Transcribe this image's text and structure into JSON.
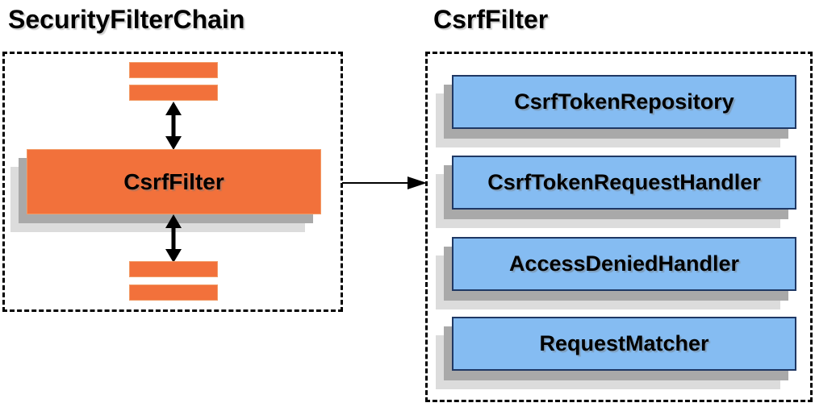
{
  "left_panel": {
    "title": "SecurityFilterChain",
    "filter_box_label": "CsrfFilter",
    "other_filter_bars_count": 4
  },
  "right_panel": {
    "title": "CsrfFilter",
    "components": [
      "CsrfTokenRepository",
      "CsrfTokenRequestHandler",
      "AccessDeniedHandler",
      "RequestMatcher"
    ]
  },
  "colors": {
    "orange": "#F2713B",
    "orange-border": "#F29B66",
    "blue": "#85BCF2",
    "blue-border": "#1F3864",
    "shadow-dark": "#A9A9A9",
    "shadow-light": "#DCDCDC",
    "ink": "#000000"
  }
}
